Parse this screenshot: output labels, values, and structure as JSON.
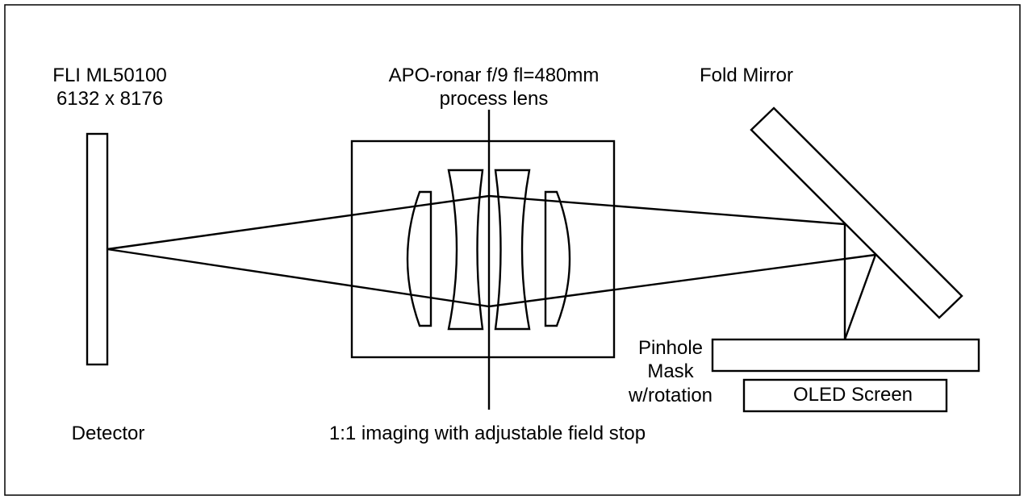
{
  "detector": {
    "model": "FLI ML50100",
    "resolution": "6132 x 8176",
    "caption": "Detector"
  },
  "lens": {
    "name": "APO-ronar f/9 fl=480mm",
    "type": "process lens",
    "caption": "1:1 imaging with adjustable field stop"
  },
  "mirror": {
    "label": "Fold Mirror"
  },
  "mask": {
    "line1": "Pinhole",
    "line2": "Mask",
    "line3": "w/rotation"
  },
  "screen": {
    "label": "OLED Screen"
  }
}
